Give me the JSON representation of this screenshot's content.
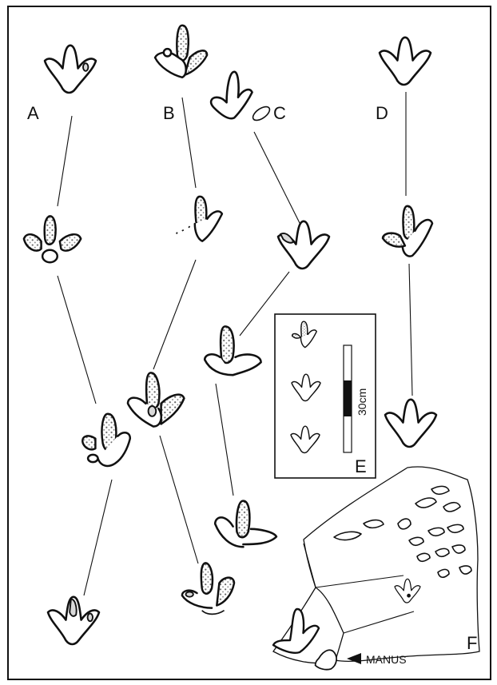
{
  "labels": {
    "a": "A",
    "b": "B",
    "c": "C",
    "d": "D",
    "e": "E",
    "f": "F"
  },
  "scale_bar": {
    "text": "30cm"
  },
  "manus": {
    "text": "MANUS"
  }
}
